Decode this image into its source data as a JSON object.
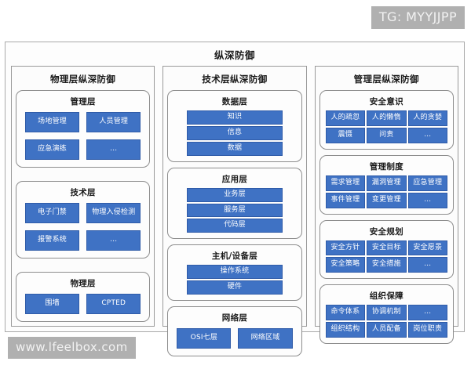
{
  "watermarks": {
    "telegram": "TG: MYYJJPP",
    "site": "www.lfeelbox.com"
  },
  "diagram": {
    "title": "纵深防御",
    "columns": [
      {
        "title": "物理层纵深防御",
        "groups": [
          {
            "title": "管理层",
            "cols": 2,
            "style": "pair",
            "items": [
              "场地管理",
              "人员管理",
              "应急演练",
              "…"
            ]
          },
          {
            "title": "技术层",
            "cols": 2,
            "style": "pair",
            "items": [
              "电子门禁",
              "物理入侵检测",
              "报警系统",
              "…"
            ]
          },
          {
            "title": "物理层",
            "cols": 2,
            "style": "pair",
            "items": [
              "围墙",
              "CPTED"
            ]
          }
        ]
      },
      {
        "title": "技术层纵深防御",
        "groups": [
          {
            "title": "数据层",
            "cols": 1,
            "style": "stack",
            "items": [
              "知识",
              "信息",
              "数据"
            ]
          },
          {
            "title": "应用层",
            "cols": 1,
            "style": "stack",
            "items": [
              "业务层",
              "服务层",
              "代码层"
            ]
          },
          {
            "title": "主机/设备层",
            "cols": 1,
            "style": "stack",
            "items": [
              "操作系统",
              "硬件"
            ]
          },
          {
            "title": "网络层",
            "cols": 2,
            "style": "pair",
            "items": [
              "OSI七层",
              "网络区域"
            ]
          }
        ]
      },
      {
        "title": "管理层纵深防御",
        "groups": [
          {
            "title": "安全意识",
            "cols": 3,
            "style": "grid",
            "items": [
              "人的疏忽",
              "人的懒惰",
              "人的贪婪",
              "震慑",
              "问责",
              "…"
            ]
          },
          {
            "title": "管理制度",
            "cols": 3,
            "style": "grid",
            "items": [
              "需求管理",
              "漏洞管理",
              "应急管理",
              "事件管理",
              "变更管理",
              "…"
            ]
          },
          {
            "title": "安全规划",
            "cols": 3,
            "style": "grid",
            "items": [
              "安全方针",
              "安全目标",
              "安全愿景",
              "安全策略",
              "安全措施",
              "…"
            ]
          },
          {
            "title": "组织保障",
            "cols": 3,
            "style": "grid",
            "items": [
              "命令体系",
              "协调机制",
              "…",
              "组织结构",
              "人员配备",
              "岗位职责"
            ]
          }
        ]
      }
    ]
  },
  "colors": {
    "item_fill": "#3f72c4",
    "item_border": "#2f5ba8",
    "frame_border": "#a9a9a9",
    "watermark_bg": "#b0b0b0"
  }
}
